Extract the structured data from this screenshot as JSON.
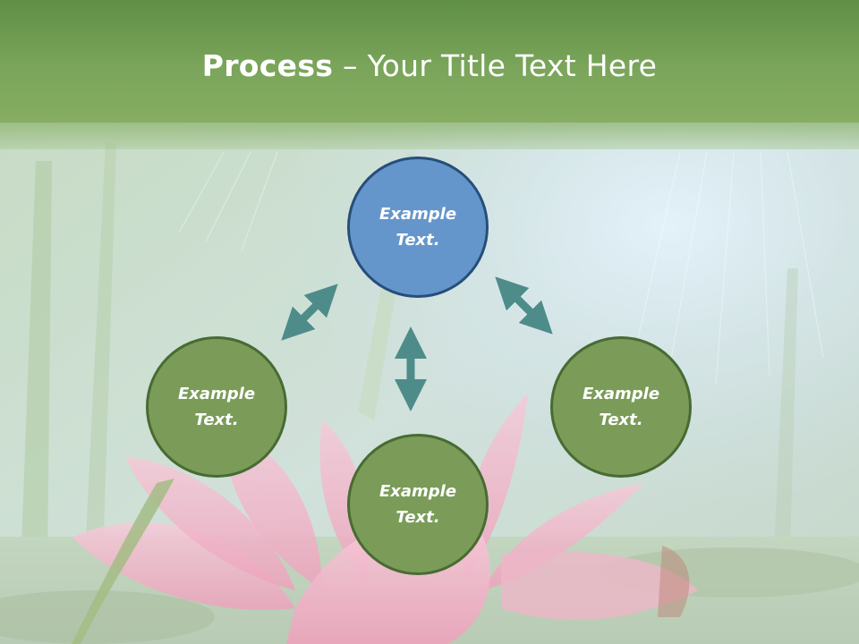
{
  "title": {
    "bold": "Process",
    "rest": " – Your Title Text Here"
  },
  "nodes": {
    "top": "Example Text.",
    "left": "Example Text.",
    "right": "Example Text.",
    "bottom": "Example Text."
  },
  "colors": {
    "header": "#6f9b4f",
    "node_green": "#7a9c58",
    "node_green_border": "#486b34",
    "node_blue": "#6596cb",
    "node_blue_border": "#274e7a",
    "arrow": "#4e8c8a",
    "lotus": "#ec9fb7"
  },
  "icons": {
    "arrows": "double-headed-arrow",
    "background": "lotus-photo"
  }
}
